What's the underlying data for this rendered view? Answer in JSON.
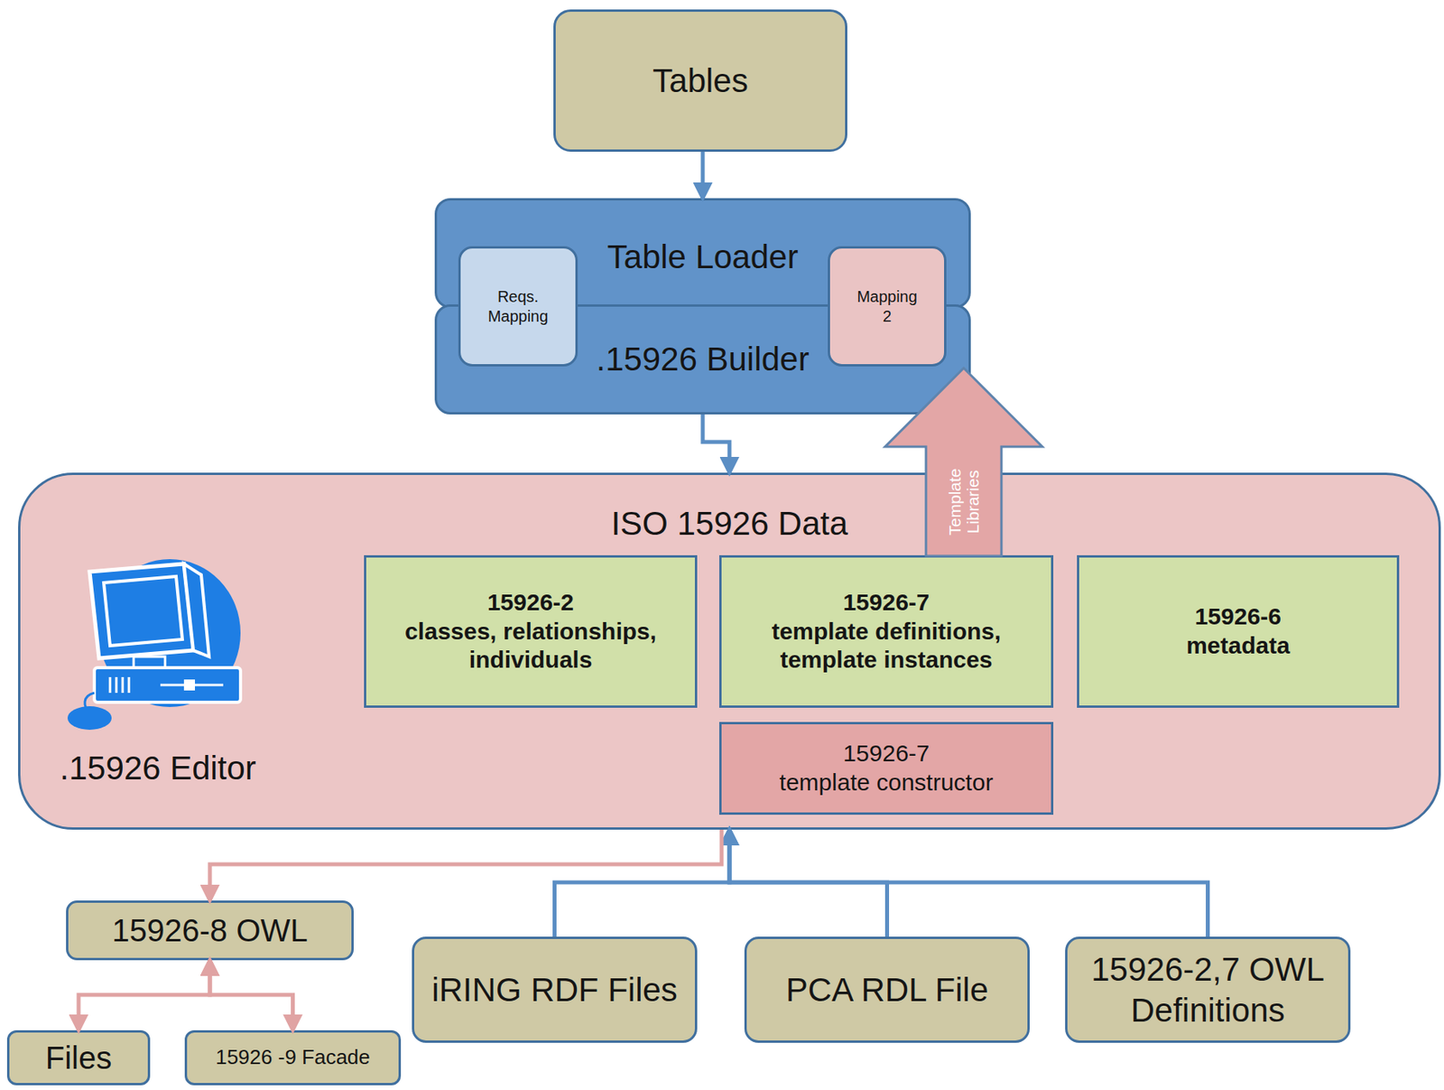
{
  "diagram": {
    "nodes": [
      {
        "text": [
          "Tables"
        ]
      },
      {
        "text": [
          "Table Loader"
        ]
      },
      {
        "text": [
          ".15926 Builder"
        ]
      },
      {
        "text": [
          "Reqs. Mapping"
        ],
        "in": 2
      },
      {
        "text": [
          "Mapping 2"
        ],
        "in": 2
      },
      {
        "text": [
          "ISO 15926 Data",
          ".15926 Editor"
        ]
      },
      {
        "text": [
          "15926-2",
          "classes, relationships, individuals"
        ],
        "in": 5
      },
      {
        "text": [
          "15926-7",
          "template definitions, template instances"
        ],
        "in": 5
      },
      {
        "text": [
          "15926-6",
          "metadata"
        ],
        "in": 5
      },
      {
        "text": [
          "15926-7",
          "template constructor"
        ],
        "in": 5
      },
      {
        "text": [
          "15926-8 OWL"
        ]
      },
      {
        "text": [
          "Files"
        ]
      },
      {
        "text": [
          "15926 -9 Facade"
        ]
      },
      {
        "text": [
          "iRING RDF Files"
        ]
      },
      {
        "text": [
          "PCA RDL File"
        ]
      },
      {
        "text": [
          "15926-2,7 OWL Definitions"
        ]
      }
    ],
    "edges": [
      {
        "from": 0,
        "to": 1,
        "arrow": "to"
      },
      {
        "from": 2,
        "to": 5,
        "arrow": "to"
      },
      {
        "from": 7,
        "to": 4,
        "label": "Template Libraries",
        "arrow": "to"
      },
      {
        "from": 13,
        "to": 5,
        "arrow": "to"
      },
      {
        "from": 14,
        "to": 5,
        "arrow": "to"
      },
      {
        "from": 15,
        "to": 5,
        "arrow": "to"
      },
      {
        "from": 5,
        "to": 10,
        "arrow": "to"
      },
      {
        "from": 10,
        "to": 11,
        "arrow": "both"
      },
      {
        "from": 10,
        "to": 12,
        "arrow": "both"
      }
    ]
  }
}
